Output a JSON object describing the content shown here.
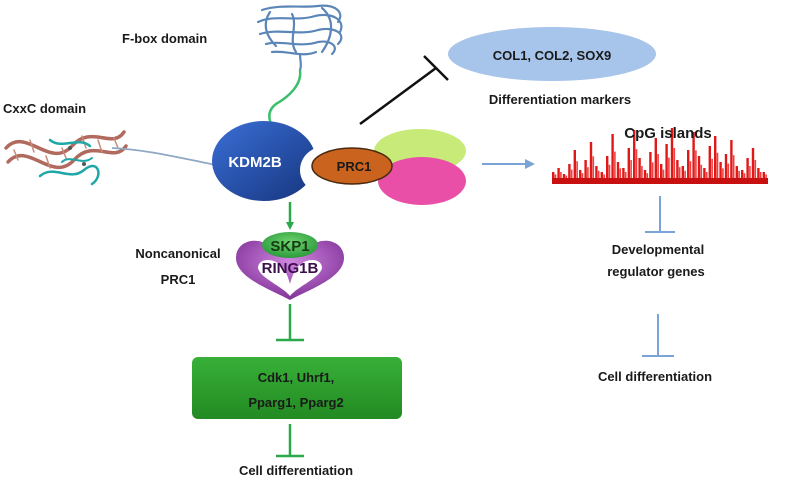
{
  "labels": {
    "fbox_domain": "F-box domain",
    "cxxc_domain": "CxxC domain",
    "kdm2b": "KDM2B",
    "prc1": "PRC1",
    "markers": "COL1, COL2, SOX9",
    "differentiation_markers": "Differentiation markers",
    "cpg_islands": "CpG islands",
    "developmental": "Developmental",
    "regulator_genes": "regulator genes",
    "cell_diff_right": "Cell differentiation",
    "noncanonical": "Noncanonical",
    "noncanonical_prc1": "PRC1",
    "skp1": "SKP1",
    "ring1b": "RING1B",
    "targets_line1": "Cdk1, Uhrf1,",
    "targets_line2": "Pparg1, Pparg2",
    "cell_diff_bottom": "Cell differentiation"
  },
  "colors": {
    "kdm2b_blue": "#1f4fb0",
    "prc1_orange": "#c9631e",
    "markers_ellipse": "#a7c4ea",
    "green_box": "#2ea22e",
    "green_arrow": "#2aa84a",
    "blue_inhibit": "#7aa4d8",
    "cpg_red": "#e01818",
    "skp1_green": "#3cb64a",
    "ring1b_purple": "#8e3fa4"
  }
}
